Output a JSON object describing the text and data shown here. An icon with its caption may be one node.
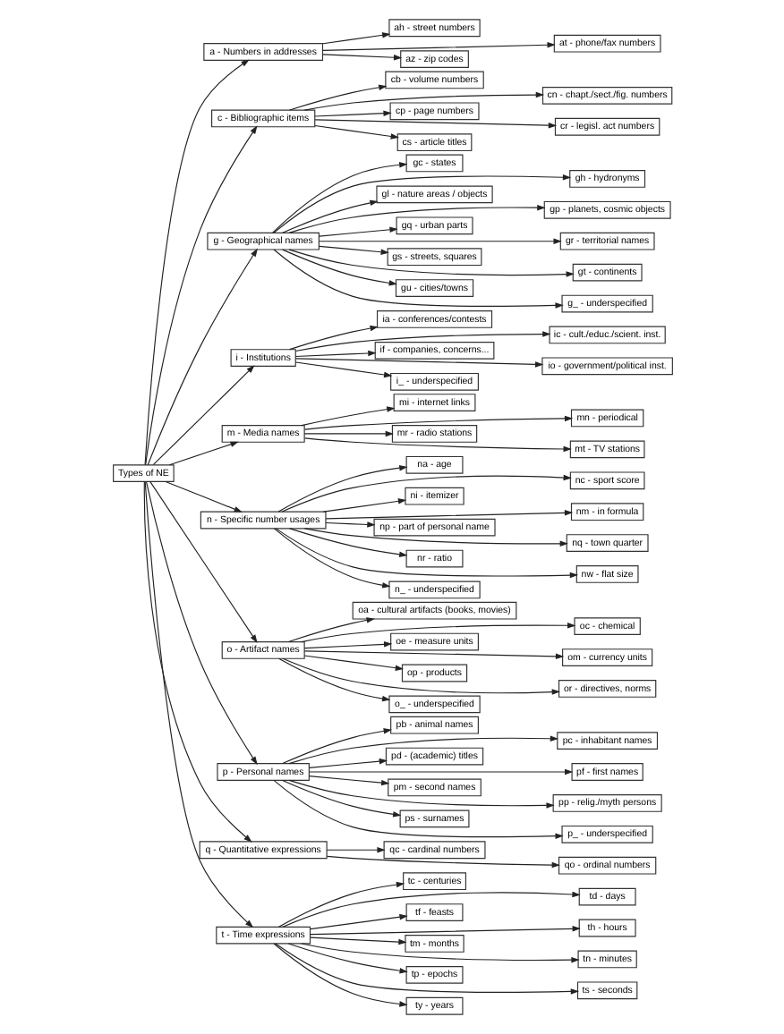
{
  "diagram": {
    "nodes": [
      {
        "text": [
          "Types of NE"
        ]
      },
      {
        "text": [
          "a - Numbers in addresses"
        ]
      },
      {
        "text": [
          "ah - street numbers"
        ]
      },
      {
        "text": [
          "at - phone/fax numbers"
        ]
      },
      {
        "text": [
          "az - zip codes"
        ]
      },
      {
        "text": [
          "c - Bibliographic items"
        ]
      },
      {
        "text": [
          "cb - volume numbers"
        ]
      },
      {
        "text": [
          "cn - chapt./sect./fig. numbers"
        ]
      },
      {
        "text": [
          "cp - page numbers"
        ]
      },
      {
        "text": [
          "cr - legisl. act numbers"
        ]
      },
      {
        "text": [
          "cs - article titles"
        ]
      },
      {
        "text": [
          "g - Geographical names"
        ]
      },
      {
        "text": [
          "gc - states"
        ]
      },
      {
        "text": [
          "gh - hydronyms"
        ]
      },
      {
        "text": [
          "gl - nature areas / objects"
        ]
      },
      {
        "text": [
          "gp - planets, cosmic objects"
        ]
      },
      {
        "text": [
          "gq - urban parts"
        ]
      },
      {
        "text": [
          "gr - territorial names"
        ]
      },
      {
        "text": [
          "gs - streets, squares"
        ]
      },
      {
        "text": [
          "gt - continents"
        ]
      },
      {
        "text": [
          "gu - cities/towns"
        ]
      },
      {
        "text": [
          "g_ - underspecified"
        ]
      },
      {
        "text": [
          "i - Institutions"
        ]
      },
      {
        "text": [
          "ia - conferences/contests"
        ]
      },
      {
        "text": [
          "ic - cult./educ./scient. inst."
        ]
      },
      {
        "text": [
          "if - companies, concerns..."
        ]
      },
      {
        "text": [
          "io - government/political inst."
        ]
      },
      {
        "text": [
          "i_ - underspecified"
        ]
      },
      {
        "text": [
          "m - Media names"
        ]
      },
      {
        "text": [
          "mi - internet links"
        ]
      },
      {
        "text": [
          "mn - periodical"
        ]
      },
      {
        "text": [
          "mr - radio stations"
        ]
      },
      {
        "text": [
          "mt - TV stations"
        ]
      },
      {
        "text": [
          "n - Specific number usages"
        ]
      },
      {
        "text": [
          "na - age"
        ]
      },
      {
        "text": [
          "nc - sport score"
        ]
      },
      {
        "text": [
          "ni - itemizer"
        ]
      },
      {
        "text": [
          "nm - in formula"
        ]
      },
      {
        "text": [
          "np - part of personal name"
        ]
      },
      {
        "text": [
          "nq - town quarter"
        ]
      },
      {
        "text": [
          "nr - ratio"
        ]
      },
      {
        "text": [
          "nw - flat size"
        ]
      },
      {
        "text": [
          "n_ - underspecified"
        ]
      },
      {
        "text": [
          "o - Artifact names"
        ]
      },
      {
        "text": [
          "oa - cultural artifacts (books, movies)"
        ]
      },
      {
        "text": [
          "oc - chemical"
        ]
      },
      {
        "text": [
          "oe - measure units"
        ]
      },
      {
        "text": [
          "om - currency units"
        ]
      },
      {
        "text": [
          "op - products"
        ]
      },
      {
        "text": [
          "or - directives, norms"
        ]
      },
      {
        "text": [
          "o_ - underspecified"
        ]
      },
      {
        "text": [
          "p - Personal names"
        ]
      },
      {
        "text": [
          "pb - animal names"
        ]
      },
      {
        "text": [
          "pc - inhabitant names"
        ]
      },
      {
        "text": [
          "pd - (academic) titles"
        ]
      },
      {
        "text": [
          "pf - first names"
        ]
      },
      {
        "text": [
          "pm - second names"
        ]
      },
      {
        "text": [
          "pp - relig./myth persons"
        ]
      },
      {
        "text": [
          "ps - surnames"
        ]
      },
      {
        "text": [
          "p_ - underspecified"
        ]
      },
      {
        "text": [
          "q - Quantitative expressions"
        ]
      },
      {
        "text": [
          "qc - cardinal numbers"
        ]
      },
      {
        "text": [
          "qo - ordinal numbers"
        ]
      },
      {
        "text": [
          "t - Time expressions"
        ]
      },
      {
        "text": [
          "tc - centuries"
        ]
      },
      {
        "text": [
          "td - days"
        ]
      },
      {
        "text": [
          "tf - feasts"
        ]
      },
      {
        "text": [
          "th - hours"
        ]
      },
      {
        "text": [
          "tm - months"
        ]
      },
      {
        "text": [
          "tn - minutes"
        ]
      },
      {
        "text": [
          "tp - epochs"
        ]
      },
      {
        "text": [
          "ts - seconds"
        ]
      },
      {
        "text": [
          "ty - years"
        ]
      }
    ],
    "edges": [
      {
        "from": 0,
        "to": 1,
        "arrow": "to"
      },
      {
        "from": 1,
        "to": 2,
        "arrow": "to"
      },
      {
        "from": 1,
        "to": 3,
        "arrow": "to"
      },
      {
        "from": 1,
        "to": 4,
        "arrow": "to"
      },
      {
        "from": 0,
        "to": 5,
        "arrow": "to"
      },
      {
        "from": 5,
        "to": 6,
        "arrow": "to"
      },
      {
        "from": 5,
        "to": 7,
        "arrow": "to"
      },
      {
        "from": 5,
        "to": 8,
        "arrow": "to"
      },
      {
        "from": 5,
        "to": 9,
        "arrow": "to"
      },
      {
        "from": 5,
        "to": 10,
        "arrow": "to"
      },
      {
        "from": 0,
        "to": 11,
        "arrow": "to"
      },
      {
        "from": 11,
        "to": 12,
        "arrow": "to"
      },
      {
        "from": 11,
        "to": 13,
        "arrow": "to"
      },
      {
        "from": 11,
        "to": 14,
        "arrow": "to"
      },
      {
        "from": 11,
        "to": 15,
        "arrow": "to"
      },
      {
        "from": 11,
        "to": 16,
        "arrow": "to"
      },
      {
        "from": 11,
        "to": 17,
        "arrow": "to"
      },
      {
        "from": 11,
        "to": 18,
        "arrow": "to"
      },
      {
        "from": 11,
        "to": 19,
        "arrow": "to"
      },
      {
        "from": 11,
        "to": 20,
        "arrow": "to"
      },
      {
        "from": 11,
        "to": 21,
        "arrow": "to"
      },
      {
        "from": 0,
        "to": 22,
        "arrow": "to"
      },
      {
        "from": 22,
        "to": 23,
        "arrow": "to"
      },
      {
        "from": 22,
        "to": 24,
        "arrow": "to"
      },
      {
        "from": 22,
        "to": 25,
        "arrow": "to"
      },
      {
        "from": 22,
        "to": 26,
        "arrow": "to"
      },
      {
        "from": 22,
        "to": 27,
        "arrow": "to"
      },
      {
        "from": 0,
        "to": 28,
        "arrow": "to"
      },
      {
        "from": 28,
        "to": 29,
        "arrow": "to"
      },
      {
        "from": 28,
        "to": 30,
        "arrow": "to"
      },
      {
        "from": 28,
        "to": 31,
        "arrow": "to"
      },
      {
        "from": 28,
        "to": 32,
        "arrow": "to"
      },
      {
        "from": 0,
        "to": 33,
        "arrow": "to"
      },
      {
        "from": 33,
        "to": 34,
        "arrow": "to"
      },
      {
        "from": 33,
        "to": 35,
        "arrow": "to"
      },
      {
        "from": 33,
        "to": 36,
        "arrow": "to"
      },
      {
        "from": 33,
        "to": 37,
        "arrow": "to"
      },
      {
        "from": 33,
        "to": 38,
        "arrow": "to"
      },
      {
        "from": 33,
        "to": 39,
        "arrow": "to"
      },
      {
        "from": 33,
        "to": 40,
        "arrow": "to"
      },
      {
        "from": 33,
        "to": 41,
        "arrow": "to"
      },
      {
        "from": 33,
        "to": 42,
        "arrow": "to"
      },
      {
        "from": 0,
        "to": 43,
        "arrow": "to"
      },
      {
        "from": 43,
        "to": 44,
        "arrow": "to"
      },
      {
        "from": 43,
        "to": 45,
        "arrow": "to"
      },
      {
        "from": 43,
        "to": 46,
        "arrow": "to"
      },
      {
        "from": 43,
        "to": 47,
        "arrow": "to"
      },
      {
        "from": 43,
        "to": 48,
        "arrow": "to"
      },
      {
        "from": 43,
        "to": 49,
        "arrow": "to"
      },
      {
        "from": 43,
        "to": 50,
        "arrow": "to"
      },
      {
        "from": 0,
        "to": 51,
        "arrow": "to"
      },
      {
        "from": 51,
        "to": 52,
        "arrow": "to"
      },
      {
        "from": 51,
        "to": 53,
        "arrow": "to"
      },
      {
        "from": 51,
        "to": 54,
        "arrow": "to"
      },
      {
        "from": 51,
        "to": 55,
        "arrow": "to"
      },
      {
        "from": 51,
        "to": 56,
        "arrow": "to"
      },
      {
        "from": 51,
        "to": 57,
        "arrow": "to"
      },
      {
        "from": 51,
        "to": 58,
        "arrow": "to"
      },
      {
        "from": 51,
        "to": 59,
        "arrow": "to"
      },
      {
        "from": 0,
        "to": 60,
        "arrow": "to"
      },
      {
        "from": 60,
        "to": 61,
        "arrow": "to"
      },
      {
        "from": 60,
        "to": 62,
        "arrow": "to"
      },
      {
        "from": 0,
        "to": 63,
        "arrow": "to"
      },
      {
        "from": 63,
        "to": 64,
        "arrow": "to"
      },
      {
        "from": 63,
        "to": 65,
        "arrow": "to"
      },
      {
        "from": 63,
        "to": 66,
        "arrow": "to"
      },
      {
        "from": 63,
        "to": 67,
        "arrow": "to"
      },
      {
        "from": 63,
        "to": 68,
        "arrow": "to"
      },
      {
        "from": 63,
        "to": 69,
        "arrow": "to"
      },
      {
        "from": 63,
        "to": 70,
        "arrow": "to"
      },
      {
        "from": 63,
        "to": 71,
        "arrow": "to"
      },
      {
        "from": 63,
        "to": 72,
        "arrow": "to"
      }
    ]
  }
}
